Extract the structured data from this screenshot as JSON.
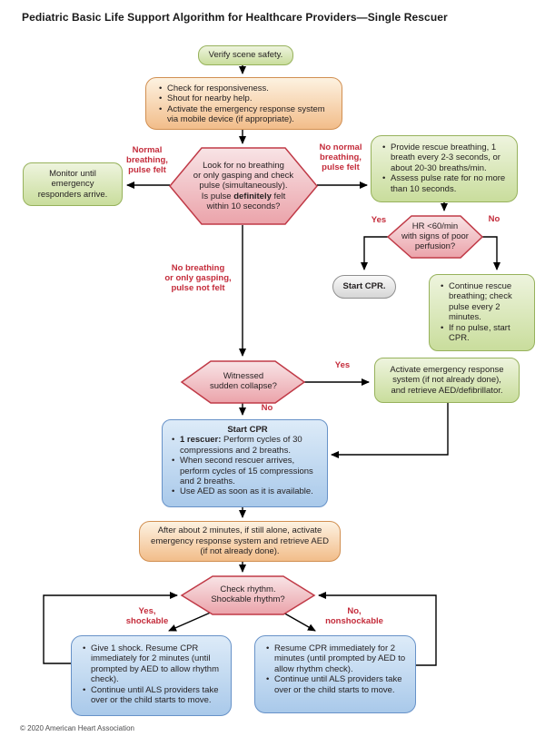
{
  "title": "Pediatric Basic Life Support Algorithm for Healthcare Providers—Single Rescuer",
  "footer": "© 2020 American Heart Association",
  "colors": {
    "red_label": "#c42c3b",
    "green_fill_top": "#eef4de",
    "green_fill_bottom": "#c9dd9c",
    "green_border": "#97b25c",
    "orange_fill_top": "#fdf2e1",
    "orange_fill_bottom": "#f2bd8a",
    "orange_border": "#d18f51",
    "pink_fill_top": "#f8e4e6",
    "pink_fill_bottom": "#eba3aa",
    "pink_border": "#c03a47",
    "blue_fill_top": "#ddebf8",
    "blue_fill_bottom": "#a9c9ea",
    "blue_border": "#6792c8",
    "gray_fill_top": "#f9f9f9",
    "gray_fill_bottom": "#d6d6d6",
    "gray_border": "#8f8f8f",
    "arrow": "#000000",
    "text": "#231f20"
  },
  "nodes": {
    "verify": {
      "text": "Verify scene safety."
    },
    "check": {
      "bullets": [
        "Check for responsiveness.",
        "Shout for nearby help.",
        "Activate the emergency response system via mobile device (if appropriate)."
      ]
    },
    "monitor": {
      "lines": [
        "Monitor until",
        "emergency",
        "responders arrive."
      ]
    },
    "pulse_hex": {
      "lines": [
        "Look for no breathing",
        "or only gasping and check",
        "pulse (simultaneously)."
      ],
      "line4": {
        "pre": "Is pulse ",
        "bold": "definitely",
        "post": " felt"
      },
      "line5": "within 10 seconds?"
    },
    "rescue": {
      "bullets": [
        "Provide rescue breathing, 1 breath every 2-3 seconds, or about 20-30 breaths/min.",
        "Assess pulse rate for no more than 10 seconds."
      ]
    },
    "hr_hex": {
      "lines": [
        "HR <60/min",
        "with signs of poor",
        "perfusion?"
      ]
    },
    "start_cpr_pill": {
      "text": "Start CPR."
    },
    "continue_rescue": {
      "bullets": [
        "Continue rescue breathing; check pulse every 2 minutes.",
        "If no pulse, start CPR."
      ]
    },
    "collapse_hex": {
      "lines": [
        "Witnessed",
        "sudden collapse?"
      ]
    },
    "activate": {
      "lines": [
        "Activate emergency response",
        "system (if not already done),",
        "and retrieve AED/defibrillator."
      ]
    },
    "start_cpr": {
      "title": "Start CPR",
      "bullet1": {
        "bold": "1 rescuer:",
        "rest": " Perform cycles of 30 compressions and 2 breaths."
      },
      "bullet2": "When second rescuer arrives, perform cycles of 15 compressions and 2 breaths.",
      "bullet3": "Use AED as soon as it is available."
    },
    "reassess": {
      "lines": [
        "After about 2 minutes, if still alone, activate",
        "emergency response system and retrieve AED",
        "(if not already done)."
      ]
    },
    "rhythm_hex": {
      "lines": [
        "Check rhythm.",
        "Shockable rhythm?"
      ]
    },
    "shock": {
      "bullets": [
        "Give 1 shock. Resume CPR immediately for 2 minutes (until prompted by AED to allow rhythm check).",
        "Continue until ALS providers take over or the child starts to move."
      ]
    },
    "resume": {
      "bullets": [
        "Resume CPR immediately for 2 minutes (until prompted by AED to allow rhythm check).",
        "Continue until ALS providers take over or the child starts to move."
      ]
    }
  },
  "labels": {
    "normal_breathing": {
      "lines": [
        "Normal",
        "breathing,",
        "pulse felt"
      ]
    },
    "no_normal_breathing": {
      "lines": [
        "No normal",
        "breathing,",
        "pulse felt"
      ]
    },
    "no_breathing": {
      "lines": [
        "No breathing",
        "or only gasping,",
        "pulse not felt"
      ]
    },
    "hr_yes": "Yes",
    "hr_no": "No",
    "collapse_yes": "Yes",
    "collapse_no": "No",
    "shockable": {
      "lines": [
        "Yes,",
        "shockable"
      ]
    },
    "nonshockable": {
      "lines": [
        "No,",
        "nonshockable"
      ]
    }
  }
}
